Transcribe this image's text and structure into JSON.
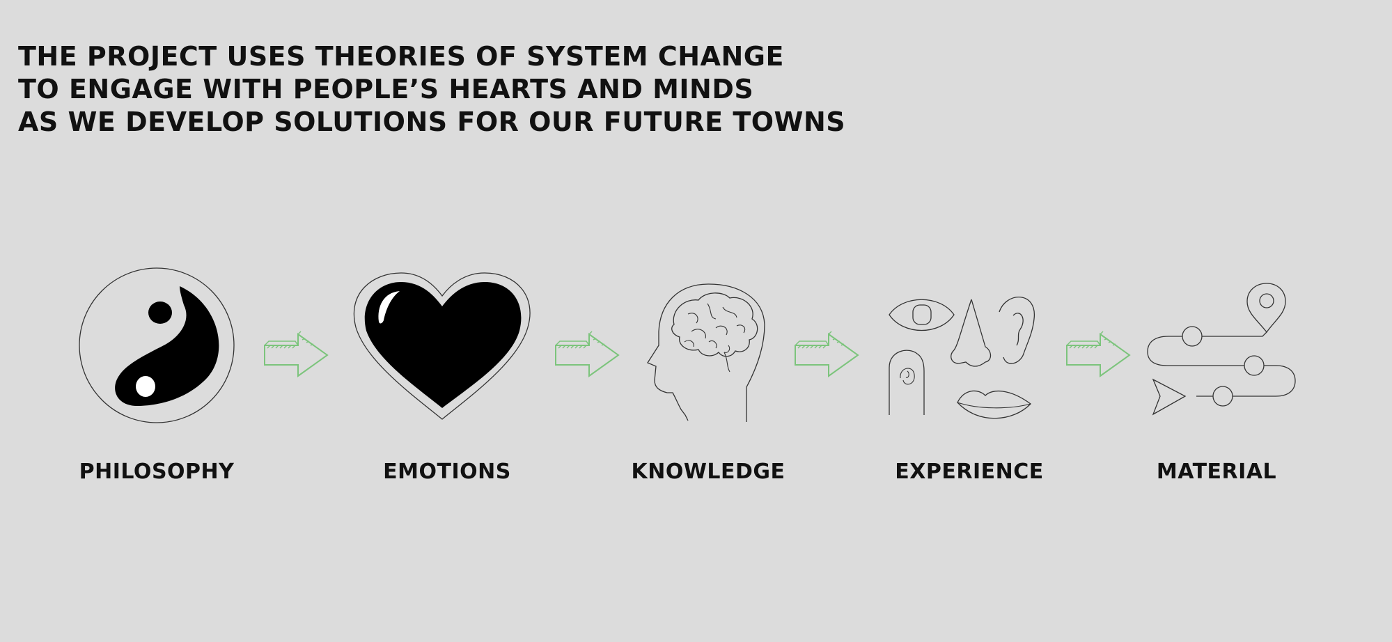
{
  "headline": {
    "lines": [
      "THE PROJECT USES THEORIES OF SYSTEM CHANGE",
      "TO ENGAGE WITH PEOPLE’S HEARTS AND MINDS",
      "AS WE DEVELOP SOLUTIONS FOR OUR FUTURE TOWNS"
    ]
  },
  "steps": [
    {
      "label": "PHILOSOPHY",
      "icon": "yin-yang-icon"
    },
    {
      "label": "EMOTIONS",
      "icon": "heart-icon"
    },
    {
      "label": "KNOWLEDGE",
      "icon": "head-brain-icon"
    },
    {
      "label": "EXPERIENCE",
      "icon": "senses-icon"
    },
    {
      "label": "MATERIAL",
      "icon": "route-map-icon"
    }
  ],
  "colors": {
    "background": "#dcdcdc",
    "text": "#111111",
    "arrow": "#7cc47c"
  }
}
